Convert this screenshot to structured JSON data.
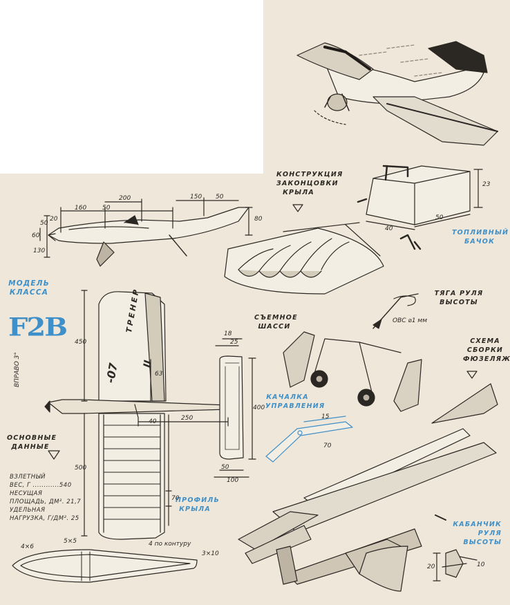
{
  "title": {
    "line1": "МОДЕЛЬ",
    "line2": "КЛАССА",
    "class": "F2B"
  },
  "labels": {
    "wingtip": [
      "КОНСТРУКЦИЯ",
      "ЗАКОНЦОВКИ",
      "КРЫЛА"
    ],
    "fuel_tank": [
      "ТОПЛИВНЫЙ",
      "БАЧОК"
    ],
    "elevator_rod": [
      "ТЯГА РУЛЯ",
      "ВЫСОТЫ"
    ],
    "rod_spec": "ОВС ⌀1 мм",
    "gear": [
      "СЪЕМНОЕ",
      "ШАССИ"
    ],
    "assembly": [
      "СХЕМА",
      "СБОРКИ",
      "ФЮЗЕЛЯЖА"
    ],
    "bellcrank": [
      "КАЧАЛКА",
      "УПРАВЛЕНИЯ"
    ],
    "profile": [
      "ПРОФИЛЬ",
      "КРЫЛА"
    ],
    "horn": [
      "КАБАНЧИК",
      "РУЛЯ",
      "ВЫСОТЫ"
    ],
    "basic": [
      "ОСНОВНЫЕ",
      "ДАННЫЕ"
    ],
    "right_thrust": "ВПРАВО 3°",
    "fuselage_text": "ТРЕНЕР",
    "fuselage_num": "-07",
    "fuselage_mark": "II"
  },
  "specs": {
    "weight_label": "ВЗЛЕТНЫЙ",
    "weight_row": "ВЕС, Г ............540",
    "area_label": "НЕСУЩАЯ",
    "area_row": "ПЛОЩАДЬ, ДМ². 21,7",
    "load_label": "УДЕЛЬНАЯ",
    "load_row": "НАГРУЗКА, Г/ДМ². 25"
  },
  "dims": {
    "side_160": "160",
    "side_200": "200",
    "side_50a": "50",
    "side_150": "150",
    "side_50b": "50",
    "side_80": "80",
    "side_60": "60",
    "side_50c": "50",
    "side_20": "20",
    "side_130": "130",
    "tank_23": "23",
    "tank_40": "40",
    "tank_50": "50",
    "plan_450": "450",
    "plan_500": "500",
    "plan_63": "63",
    "plan_40": "40",
    "plan_250": "250",
    "plan_18": "18",
    "plan_25": "25",
    "plan_400": "400",
    "plan_50": "50",
    "plan_100": "100",
    "plan_70": "70",
    "crank_15": "15",
    "crank_70": "70",
    "prof_4x6": "4×6",
    "prof_5x5": "5×5",
    "prof_4": "4 по контуру",
    "prof_3x10": "3×10",
    "horn_20": "20",
    "horn_10": "10"
  }
}
